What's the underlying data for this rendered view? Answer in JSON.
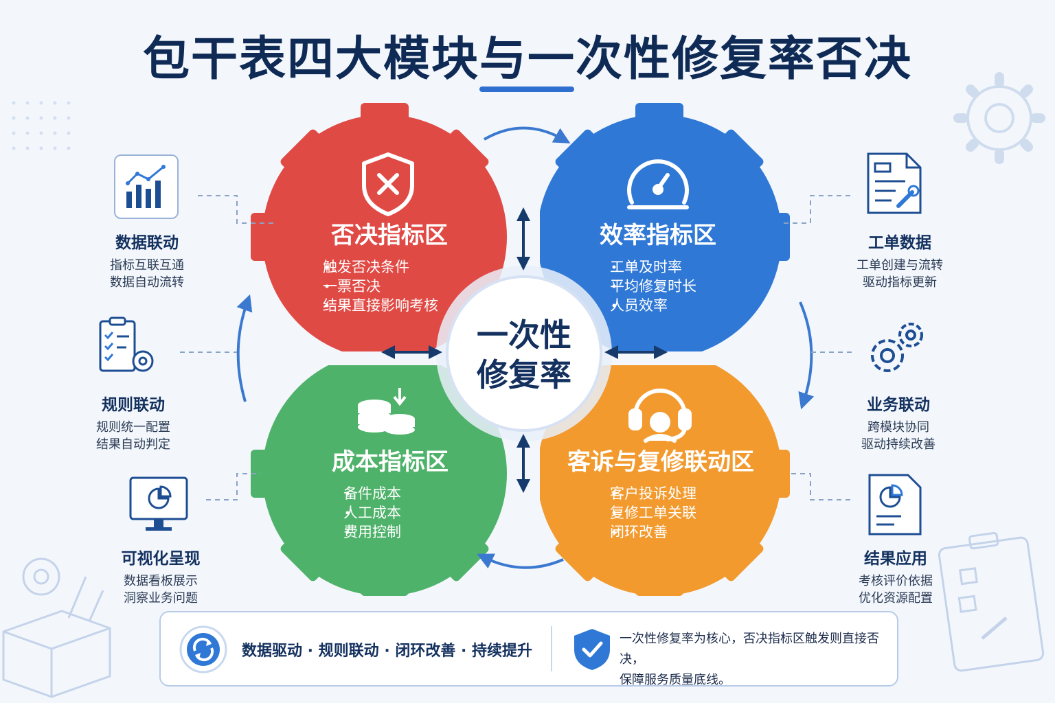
{
  "title": "包干表四大模块与一次性修复率否决",
  "center": {
    "line1": "一次性",
    "line2": "修复率"
  },
  "quadrants": {
    "veto": {
      "title": "否决指标区",
      "color": "#e04a45",
      "items": [
        "触发否决条件",
        "一票否决",
        "结果直接影响考核"
      ],
      "icon": "shield-x-icon"
    },
    "efficiency": {
      "title": "效率指标区",
      "color": "#2f78d6",
      "items": [
        "工单及时率",
        "平均修复时长",
        "人员效率"
      ],
      "icon": "speedometer-icon"
    },
    "cost": {
      "title": "成本指标区",
      "color": "#4fb26a",
      "items": [
        "备件成本",
        "人工成本",
        "费用控制"
      ],
      "icon": "coins-icon"
    },
    "complaint": {
      "title": "客诉与复修联动区",
      "color": "#f29a2e",
      "items": [
        "客户投诉处理",
        "复修工单关联",
        "闭环改善"
      ],
      "icon": "headset-icon"
    }
  },
  "left_blocks": [
    {
      "title": "数据联动",
      "lines": [
        "指标互联互通",
        "数据自动流转"
      ],
      "icon": "line-chart-icon"
    },
    {
      "title": "规则联动",
      "lines": [
        "规则统一配置",
        "结果自动判定"
      ],
      "icon": "clipboard-gear-icon"
    },
    {
      "title": "可视化呈现",
      "lines": [
        "数据看板展示",
        "洞察业务问题"
      ],
      "icon": "monitor-pie-icon"
    }
  ],
  "right_blocks": [
    {
      "title": "工单数据",
      "lines": [
        "工单创建与流转",
        "驱动指标更新"
      ],
      "icon": "document-wrench-icon"
    },
    {
      "title": "业务联动",
      "lines": [
        "跨模块协同",
        "驱动持续改善"
      ],
      "icon": "gears-icon"
    },
    {
      "title": "结果应用",
      "lines": [
        "考核评价依据",
        "优化资源配置"
      ],
      "icon": "report-pie-icon"
    }
  ],
  "footer": {
    "left_text": "数据驱动 · 规则联动 · 闭环改善 · 持续提升",
    "right_text_line1": "一次性修复率为核心，否决指标区触发则直接否决，",
    "right_text_line2": "保障服务质量底线。",
    "left_icon": "cycle-icon",
    "right_icon": "shield-check-icon"
  },
  "colors": {
    "navy": "#0e2a55",
    "accent": "#2f6fd0",
    "line": "#7a93bb"
  }
}
